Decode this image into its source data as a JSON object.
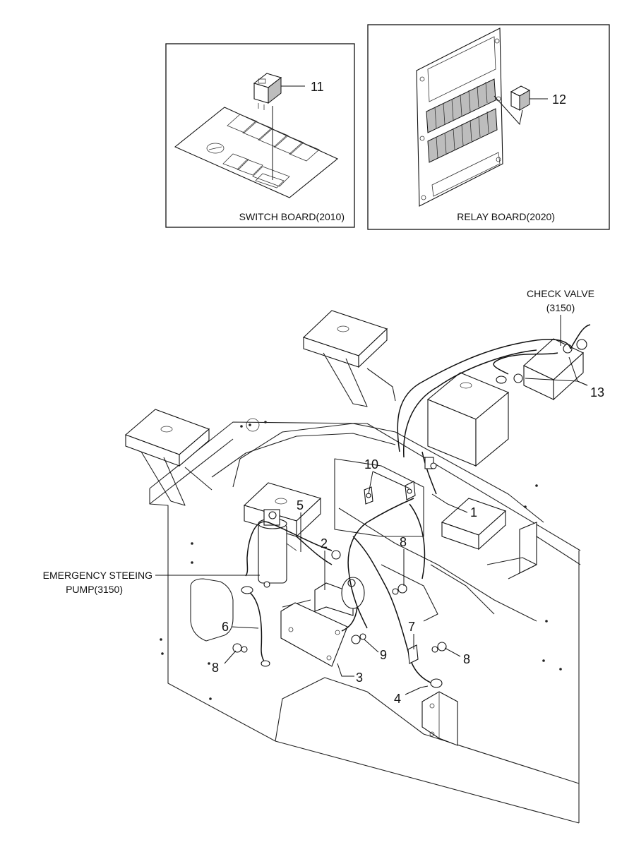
{
  "insets": {
    "switch_board": {
      "caption": "SWITCH BOARD(2010)",
      "callout": "11"
    },
    "relay_board": {
      "caption": "RELAY BOARD(2020)",
      "callout": "12"
    }
  },
  "labels": {
    "check_valve_line1": "CHECK VALVE",
    "check_valve_line2": "(3150)",
    "pump_line1": "EMERGENCY STEEING",
    "pump_line2": "PUMP(3150)"
  },
  "callouts": {
    "c1": "1",
    "c2": "2",
    "c3": "3",
    "c4": "4",
    "c5": "5",
    "c6": "6",
    "c7": "7",
    "c8a": "8",
    "c8b": "8",
    "c8c": "8",
    "c9": "9",
    "c10": "10",
    "c13": "13"
  }
}
